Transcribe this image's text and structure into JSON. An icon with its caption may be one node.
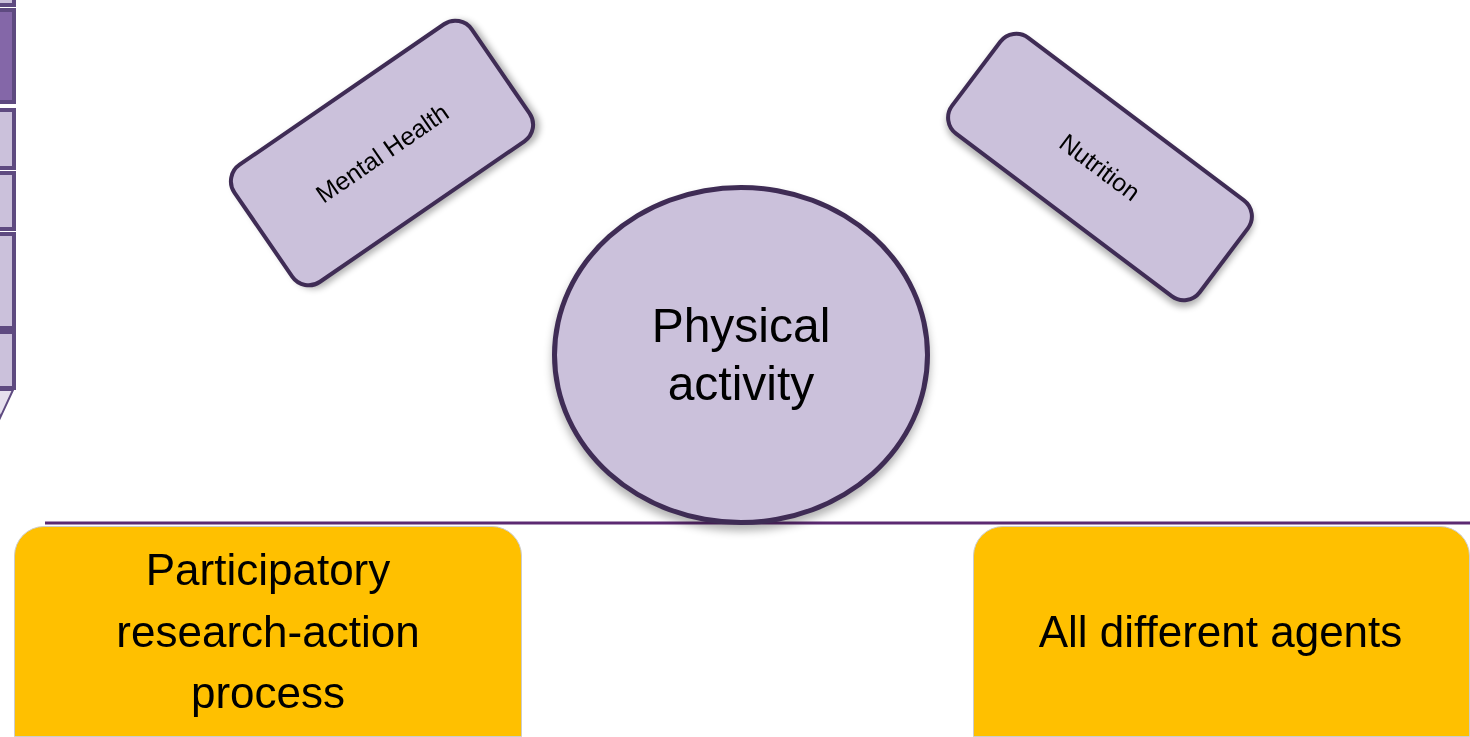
{
  "diagram": {
    "nodes": [
      {
        "text": [
          "Mental Health"
        ]
      },
      {
        "text": [
          "Nutrition"
        ]
      },
      {
        "text": [
          "Physical activity"
        ]
      },
      {
        "text": [
          "Participatory research-action process"
        ]
      },
      {
        "text": [
          "All different agents"
        ]
      }
    ],
    "edges": []
  }
}
